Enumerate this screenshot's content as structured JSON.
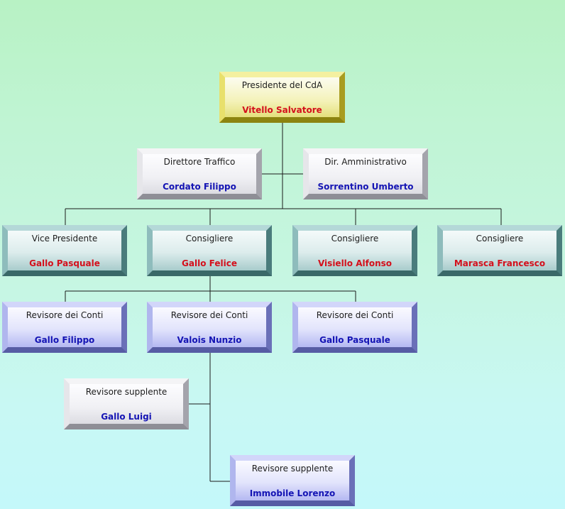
{
  "org_chart": {
    "president": {
      "role": "Presidente del CdA",
      "name": "Vitello Salvatore",
      "name_color": "#d4101c"
    },
    "direttore_traffico": {
      "role": "Direttore Traffico",
      "name": "Cordato Filippo",
      "name_color": "#1414b4"
    },
    "dir_amministrativo": {
      "role": "Dir. Amministrativo",
      "name": "Sorrentino Umberto",
      "name_color": "#1414b4"
    },
    "vice_presidente": {
      "role": "Vice Presidente",
      "name": "Gallo Pasquale",
      "name_color": "#d4101c"
    },
    "consigliere_1": {
      "role": "Consigliere",
      "name": "Gallo Felice",
      "name_color": "#d4101c"
    },
    "consigliere_2": {
      "role": "Consigliere",
      "name": "Visiello Alfonso",
      "name_color": "#d4101c"
    },
    "consigliere_3": {
      "role": "Consigliere",
      "name": "Marasca Francesco",
      "name_color": "#d4101c"
    },
    "revisore_1": {
      "role": "Revisore dei Conti",
      "name": "Gallo Filippo",
      "name_color": "#1414b4"
    },
    "revisore_2": {
      "role": "Revisore dei Conti",
      "name": "Valois Nunzio",
      "name_color": "#1414b4"
    },
    "revisore_3": {
      "role": "Revisore dei Conti",
      "name": "Gallo Pasquale",
      "name_color": "#1414b4"
    },
    "supplente_1": {
      "role": "Revisore supplente",
      "name": "Gallo Luigi",
      "name_color": "#1414b4"
    },
    "supplente_2": {
      "role": "Revisore supplente",
      "name": "Immobile Lorenzo",
      "name_color": "#1414b4"
    }
  },
  "colors": {
    "background_top": "#b8f2c4",
    "background_bottom": "#c4f8fa",
    "president_box": "#e4e07c",
    "staff_box": "#dcdce2",
    "board_box": "#a8cccc",
    "auditor_box": "#b4b8f2",
    "connector": "#1a1a1a"
  }
}
